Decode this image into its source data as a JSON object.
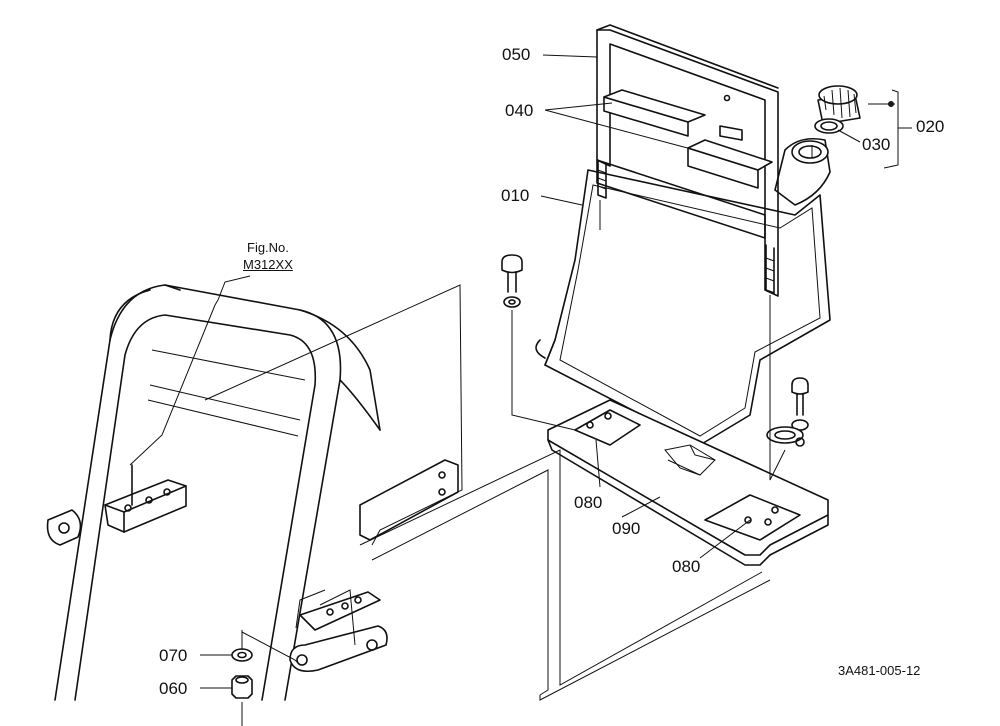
{
  "labels": {
    "p010": "010",
    "p020": "020",
    "p030": "030",
    "p040": "040",
    "p050": "050",
    "p060": "060",
    "p070": "070",
    "p080a": "080",
    "p080b": "080",
    "p090": "090"
  },
  "reference": {
    "fig_label": "Fig.No.",
    "fig_number": "M312XX"
  },
  "drawing_code": "3A481-005-12"
}
